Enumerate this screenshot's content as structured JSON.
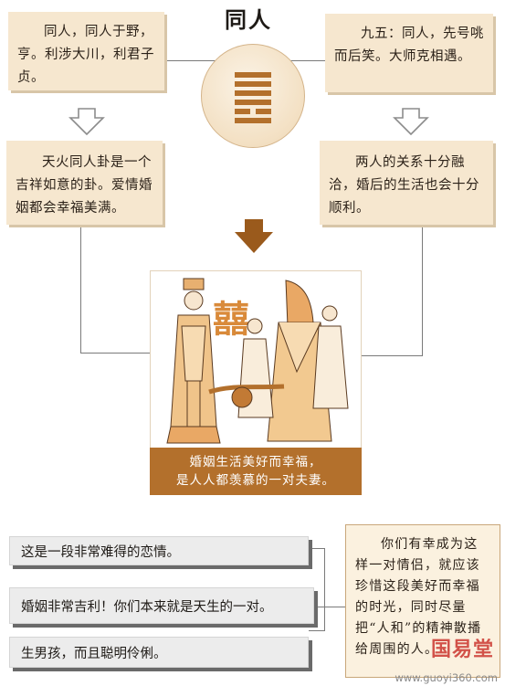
{
  "title": "同人",
  "top_left_text": "同人，同人于野，亨。利涉大川，利君子贞。",
  "top_right_text": "九五：同人，先号咷而后笑。大师克相遇。",
  "mid_left_text": "天火同人卦是一个吉祥如意的卦。爱情婚姻都会幸福美满。",
  "mid_right_text": "两人的关系十分融洽，婚后的生活也会十分顺利。",
  "picture_glyph": "囍",
  "caption_line1": "婚姻生活美好而幸福，",
  "caption_line2": "是人人都羡慕的一对夫妻。",
  "readings": [
    "这是一段非常难得的恋情。",
    "婚姻非常吉利！你们本来就是天生的一对。",
    "生男孩，而且聪明伶俐。"
  ],
  "advice_text": "你们有幸成为这样一对情侣，就应该珍惜这段美好而幸福的时光，同时尽量把“人和”的精神散播给周围的人。",
  "watermark_text": "国易堂",
  "url_text": "www.guoyi360.com",
  "colors": {
    "box_fill": "#f6e7cf",
    "accent": "#b3702c",
    "arrow_dark": "#9a5a1c"
  },
  "icons": [
    "hexagram-symbol",
    "down-arrow-outline",
    "down-arrow-filled",
    "wedding-illustration"
  ]
}
